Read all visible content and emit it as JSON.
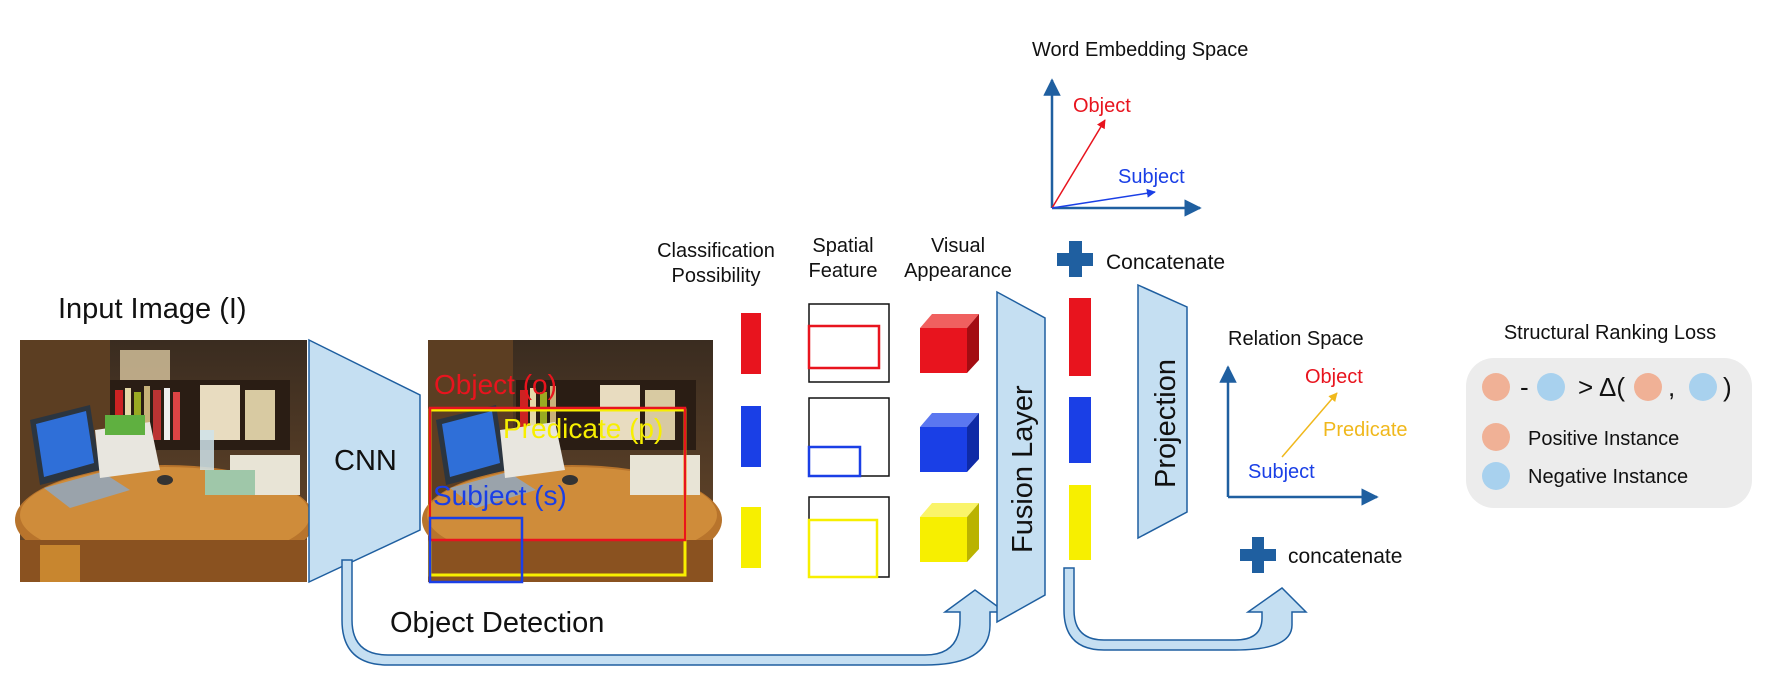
{
  "input_title": "Input Image (I)",
  "cnn_label": "CNN",
  "detection": {
    "object_label": "Object (o)",
    "predicate_label": "Predicate (p)",
    "subject_label": "Subject (s)"
  },
  "object_detection_label": "Object  Detection",
  "columns": {
    "classification_line1": "Classification",
    "classification_line2": "Possibility",
    "spatial_line1": "Spatial",
    "spatial_line2": "Feature",
    "visual_line1": "Visual",
    "visual_line2": "Appearance"
  },
  "fusion_label": "Fusion Layer",
  "projection_label": "Projection",
  "word_embedding": {
    "title": "Word Embedding Space",
    "object": "Object",
    "subject": "Subject"
  },
  "concatenate_top": "Concatenate",
  "concatenate_bottom": "concatenate",
  "relation_space": {
    "title": "Relation Space",
    "object": "Object",
    "predicate": "Predicate",
    "subject": "Subject"
  },
  "loss": {
    "title": "Structural Ranking Loss",
    "minus": "-",
    "greater_delta": "> Δ(",
    "comma": ",",
    "close_paren": ")",
    "positive": "Positive Instance",
    "negative": "Negative Instance"
  },
  "colors": {
    "red": "#e8141e",
    "blue": "#1a3fe6",
    "yellow": "#f7ef00",
    "light_blue": "#c5dff2",
    "dark_blue": "#1f5fa0",
    "positive": "#f0b196",
    "negative": "#a8d1ee",
    "predicate_text": "#f0b81c",
    "panel_bg": "#ececec"
  }
}
